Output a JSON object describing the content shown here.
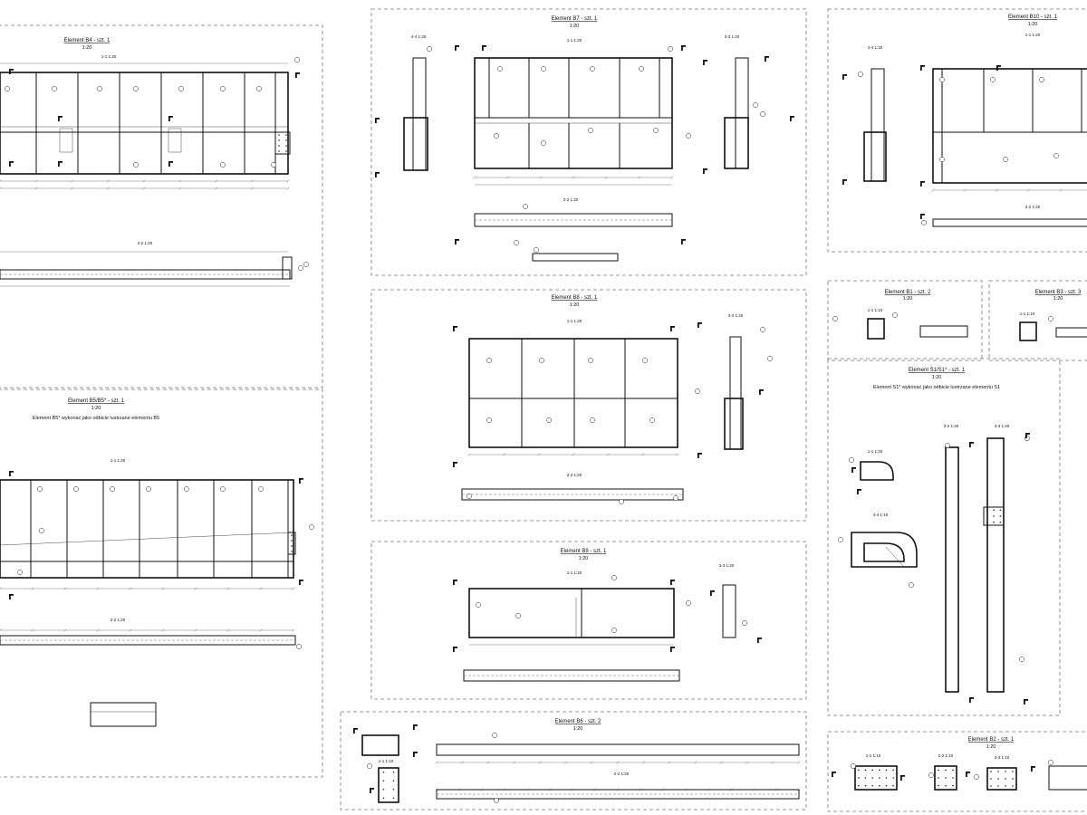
{
  "sheet": {
    "elements": [
      {
        "id": "b4",
        "title": "Element B4 - szt. 1",
        "scale": "1:20",
        "sections": [
          "1-1 1:20",
          "2-2 1:20"
        ]
      },
      {
        "id": "b7",
        "title": "Element B7 - szt. 1",
        "scale": "1:20",
        "sections": [
          "4-4 1:20",
          "1-1 1:20",
          "3-3 1:20",
          "2-2 1:20"
        ]
      },
      {
        "id": "b10",
        "title": "Element B10 - szt. 1",
        "scale": "1:20",
        "sections": [
          "4-4 1:20",
          "1-1 1:20",
          "2-2 1:20"
        ]
      },
      {
        "id": "b8",
        "title": "Element B8 - szt. 1",
        "scale": "1:20",
        "sections": [
          "1-1 1:20",
          "3-3 1:20",
          "2-2 1:20"
        ]
      },
      {
        "id": "b1",
        "title": "Element B1 - szt. 2",
        "scale": "1:20",
        "sections": [
          "1-1 1:10"
        ]
      },
      {
        "id": "b3",
        "title": "Element B3 - szt. 3",
        "scale": "1:20",
        "sections": [
          "1-1 1:10"
        ]
      },
      {
        "id": "b5",
        "title": "Element B5/B5* - szt. 1",
        "scale": "1:20",
        "note": "Element B5* wykonać jako odbicie lustrzane elementu B5",
        "sections": [
          "1-1 1:20",
          "2-2 1:20"
        ]
      },
      {
        "id": "b9",
        "title": "Element B9 - szt. 1",
        "scale": "1:20",
        "sections": [
          "1-1 1:20",
          "3-3 1:20"
        ]
      },
      {
        "id": "s1",
        "title": "Element S1/S1* - szt. 1",
        "scale": "1:20",
        "note": "Element S1* wykonać jako odbicie lustrzane elementu S1",
        "sections": [
          "1-1 1:20",
          "2-2 1:20",
          "3-3 1:20",
          "4-4 1:10"
        ]
      },
      {
        "id": "b6",
        "title": "Element B6 - szt. 2",
        "scale": "1:20",
        "sections": [
          "1-1 1:10",
          "2-2 1:20"
        ]
      },
      {
        "id": "b2",
        "title": "Element B2 - szt. 1",
        "scale": "1:20",
        "sections": [
          "1-1 1:10",
          "2-2 1:10",
          "3-3 1:10"
        ]
      }
    ]
  }
}
